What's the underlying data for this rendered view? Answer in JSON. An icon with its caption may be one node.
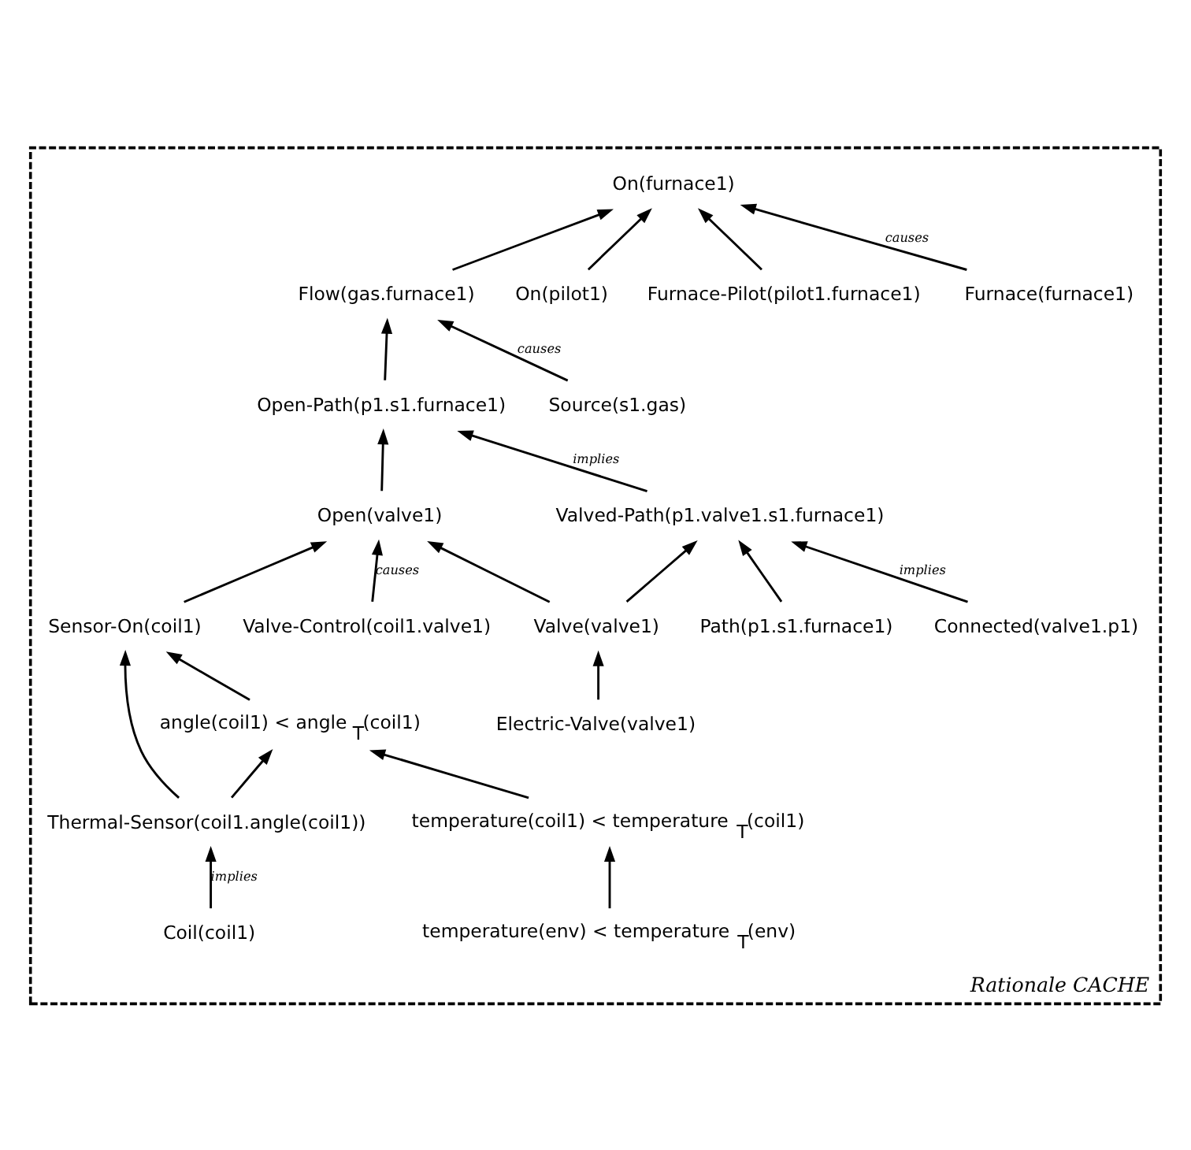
{
  "diagram": {
    "nodes": [
      {
        "text": [
          "Rationale CACHE"
        ]
      },
      {
        "text": [
          "On(furnace1)"
        ],
        "in": 0
      },
      {
        "text": [
          "Flow(gas.furnace1)"
        ],
        "in": 0
      },
      {
        "text": [
          "Furnace(furnace1)"
        ],
        "in": 0
      },
      {
        "text": [
          "Furnace-Pilot(pilot1.furnace1)"
        ],
        "in": 0
      },
      {
        "text": [
          "On(pilot1)"
        ],
        "in": 0
      },
      {
        "text": [
          "Source(s1.gas)"
        ],
        "in": 0
      },
      {
        "text": [
          "Open-Path(p1.s1.furnace1)"
        ],
        "in": 0
      },
      {
        "text": [
          "Valved-Path(p1.valve1.s1.furnace1)"
        ],
        "in": 0
      },
      {
        "text": [
          "Open(valve1)"
        ],
        "in": 0
      },
      {
        "text": [
          "Connected(valve1.p1)"
        ],
        "in": 0
      },
      {
        "text": [
          "Path(p1.s1.furnace1)"
        ],
        "in": 0
      },
      {
        "text": [
          "Valve(valve1)"
        ],
        "in": 0
      },
      {
        "text": [
          "Valve-Control(coil1.valve1)"
        ],
        "in": 0
      },
      {
        "text": [
          "Sensor-On(coil1)"
        ],
        "in": 0
      },
      {
        "text": [
          "Electric-Valve(valve1)"
        ],
        "in": 0
      },
      {
        "text": [
          "angle(coil1) < angle$_{T}$(coil1)"
        ],
        "in": 0
      },
      {
        "text": [
          "temperature(coil1) < temperature$_{T}$(coil1)"
        ],
        "in": 0
      },
      {
        "text": [
          "temperature(env) < temperature$_{T}$(env)"
        ],
        "in": 0
      },
      {
        "text": [
          "Thermal-Sensor(coil1.angle(coil1))"
        ],
        "in": 0
      },
      {
        "text": [
          "Coil(coil1)"
        ],
        "in": 0
      }
    ],
    "edges": [
      {
        "from": 2,
        "to": 1,
        "arrow": "to"
      },
      {
        "from": 3,
        "to": 1,
        "arrow": "to",
        "label": "causes"
      },
      {
        "from": 4,
        "to": 1,
        "arrow": "to"
      },
      {
        "from": 5,
        "to": 1,
        "arrow": "to"
      },
      {
        "from": 6,
        "to": 2,
        "arrow": "to",
        "label": "causes"
      },
      {
        "from": 7,
        "to": 2,
        "arrow": "to"
      },
      {
        "from": 8,
        "to": 7,
        "arrow": "to",
        "label": "implies"
      },
      {
        "from": 9,
        "to": 7,
        "arrow": "to"
      },
      {
        "from": 11,
        "to": 8,
        "arrow": "to"
      },
      {
        "from": 10,
        "to": 8,
        "arrow": "to",
        "label": "implies"
      },
      {
        "from": 12,
        "to": 8,
        "arrow": "to"
      },
      {
        "from": 12,
        "to": 9,
        "arrow": "to"
      },
      {
        "from": 13,
        "to": 9,
        "arrow": "to",
        "label": "causes"
      },
      {
        "from": 14,
        "to": 9,
        "arrow": "to"
      },
      {
        "from": 15,
        "to": 12,
        "arrow": "to"
      },
      {
        "from": 16,
        "to": 14,
        "arrow": "to"
      },
      {
        "from": 19,
        "to": 14,
        "arrow": "to"
      },
      {
        "from": 17,
        "to": 16,
        "arrow": "to"
      },
      {
        "from": 19,
        "to": 16,
        "arrow": "to"
      },
      {
        "from": 18,
        "to": 17,
        "arrow": "to"
      },
      {
        "from": 20,
        "to": 19,
        "arrow": "to",
        "label": "implies"
      }
    ]
  }
}
